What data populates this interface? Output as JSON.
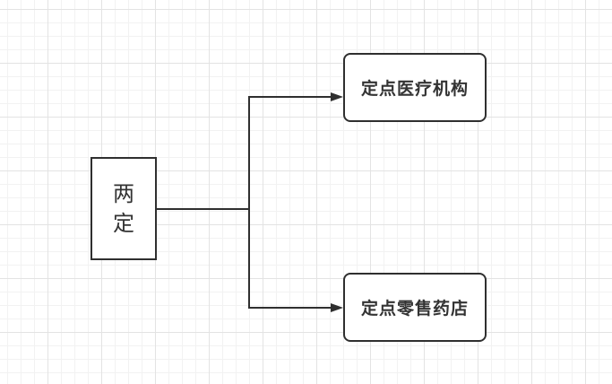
{
  "diagram": {
    "type": "flowchart",
    "root_node": {
      "id": "root",
      "label": "两定"
    },
    "branch_nodes": [
      {
        "id": "top",
        "label": "定点医疗机构"
      },
      {
        "id": "bottom",
        "label": "定点零售药店"
      }
    ],
    "edges": [
      {
        "from": "两定",
        "to": "定点医疗机构",
        "style": "orthogonal-arrow"
      },
      {
        "from": "两定",
        "to": "定点零售药店",
        "style": "orthogonal-arrow"
      }
    ],
    "colors": {
      "stroke": "#2f2f2f",
      "text": "#333333",
      "node_fill": "#ffffff",
      "background": "#ffffff",
      "grid_minor": "#f2f2f2",
      "grid_major": "#e3e3e3"
    }
  }
}
